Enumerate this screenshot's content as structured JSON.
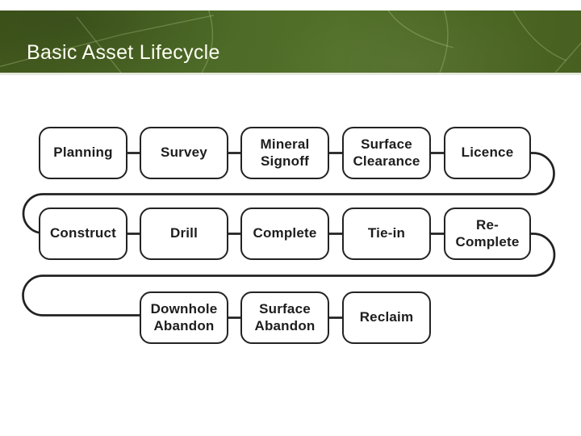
{
  "slide": {
    "title": "Basic Asset Lifecycle"
  },
  "palette": {
    "header_green": "#4c6926",
    "header_text": "#fdfdf2",
    "node_border": "#232323",
    "node_fill": "#ffffff",
    "connector": "#222222",
    "background": "#ffffff"
  },
  "diagram": {
    "stages": [
      "Planning",
      "Survey",
      "Mineral\nSignoff",
      "Surface\nClearance",
      "Licence",
      "Construct",
      "Drill",
      "Complete",
      "Tie-in",
      "Re-\nComplete",
      "Downhole\nAbandon",
      "Surface\nAbandon",
      "Reclaim"
    ]
  }
}
